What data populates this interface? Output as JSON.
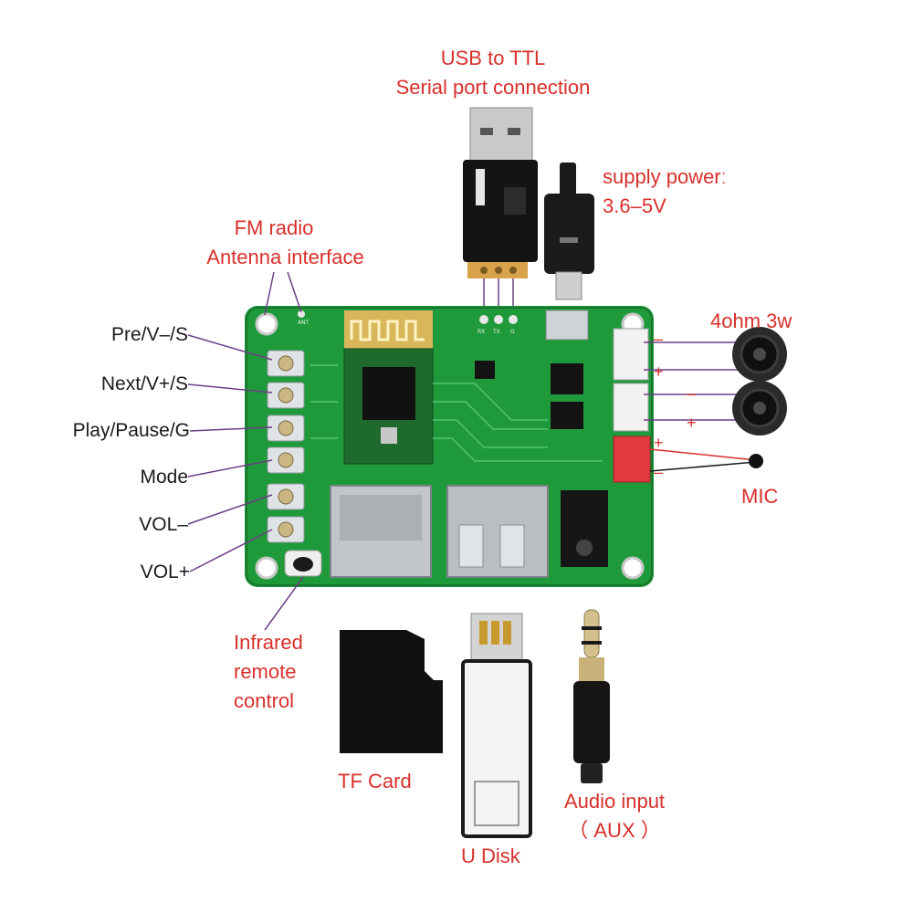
{
  "labels": {
    "usb_ttl_line1": "USB to TTL",
    "usb_ttl_line2": "Serial port connection",
    "supply_line1": "supply powerː",
    "supply_line2": "3.6–5V",
    "fm_line1": "FM radio",
    "fm_line2": "Antenna interface",
    "speaker": "4ohm 3w",
    "mic": "MIC",
    "infrared_line1": "Infrared",
    "infrared_line2": "remote",
    "infrared_line3": "control",
    "tf_card": "TF Card",
    "u_disk": "U Disk",
    "aux_line1": "Audio input",
    "aux_line2": "（ AUX ）"
  },
  "buttons": [
    {
      "label": "Pre/V–/S"
    },
    {
      "label": "Next/V+/S"
    },
    {
      "label": "Play/Pause/G"
    },
    {
      "label": "Mode"
    },
    {
      "label": "VOL–"
    },
    {
      "label": "VOL+"
    }
  ],
  "polarity": {
    "minus": "–",
    "plus": "+"
  },
  "pcb_marks": {
    "rx": "RX",
    "tx": "TX",
    "g": "G",
    "ant": "ANT"
  },
  "colors": {
    "pcb": "#1f9a3a",
    "label_red": "#d8302a",
    "label_black": "#1a1a1a",
    "mic_connector": "#e0393e"
  },
  "icons": [
    "speaker-icon",
    "microphone-icon",
    "usb-stick-icon",
    "tf-card-icon",
    "audio-jack-icon",
    "usb-ttl-adapter-icon",
    "micro-usb-plug-icon"
  ]
}
